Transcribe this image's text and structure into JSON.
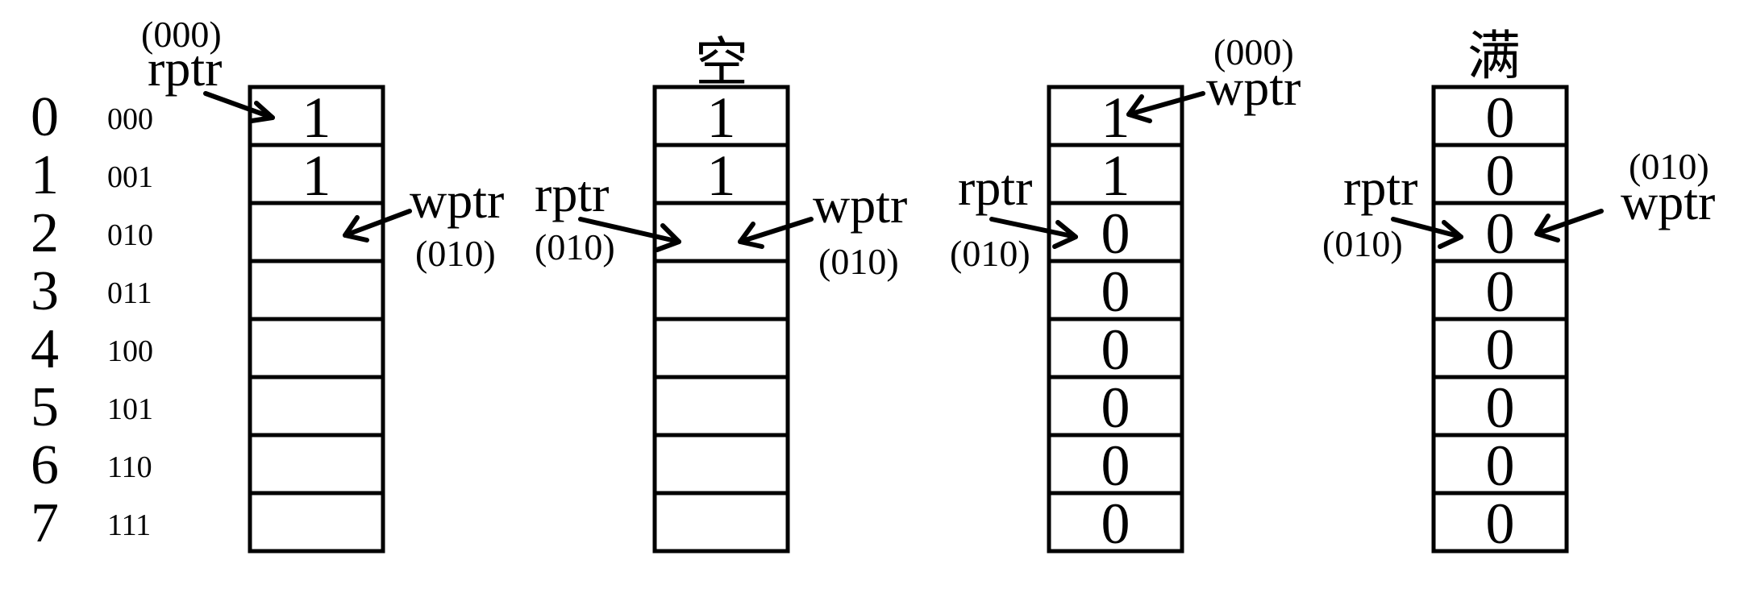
{
  "row_indices": [
    "0",
    "1",
    "2",
    "3",
    "4",
    "5",
    "6",
    "7"
  ],
  "binary_addresses": [
    "000",
    "001",
    "010",
    "011",
    "100",
    "101",
    "110",
    "111"
  ],
  "diagrams": [
    {
      "title": "",
      "cells": [
        "1",
        "1",
        "",
        "",
        "",
        "",
        "",
        ""
      ],
      "pointers": [
        {
          "label": "rptr",
          "address": "(000)",
          "row": 0
        },
        {
          "label": "wptr",
          "address": "(010)",
          "row": 2
        }
      ]
    },
    {
      "title": "空",
      "cells": [
        "1",
        "1",
        "",
        "",
        "",
        "",
        "",
        ""
      ],
      "pointers": [
        {
          "label": "rptr",
          "address": "(010)",
          "row": 2
        },
        {
          "label": "wptr",
          "address": "(010)",
          "row": 2
        }
      ]
    },
    {
      "title": "",
      "cells": [
        "1",
        "1",
        "0",
        "0",
        "0",
        "0",
        "0",
        "0"
      ],
      "pointers": [
        {
          "label": "wptr",
          "address": "(000)",
          "row": 0
        },
        {
          "label": "rptr",
          "address": "(010)",
          "row": 2
        }
      ]
    },
    {
      "title": "满",
      "cells": [
        "0",
        "0",
        "0",
        "0",
        "0",
        "0",
        "0",
        "0"
      ],
      "pointers": [
        {
          "label": "rptr",
          "address": "(010)",
          "row": 2
        },
        {
          "label": "wptr",
          "address": "(010)",
          "row": 2
        }
      ]
    }
  ]
}
